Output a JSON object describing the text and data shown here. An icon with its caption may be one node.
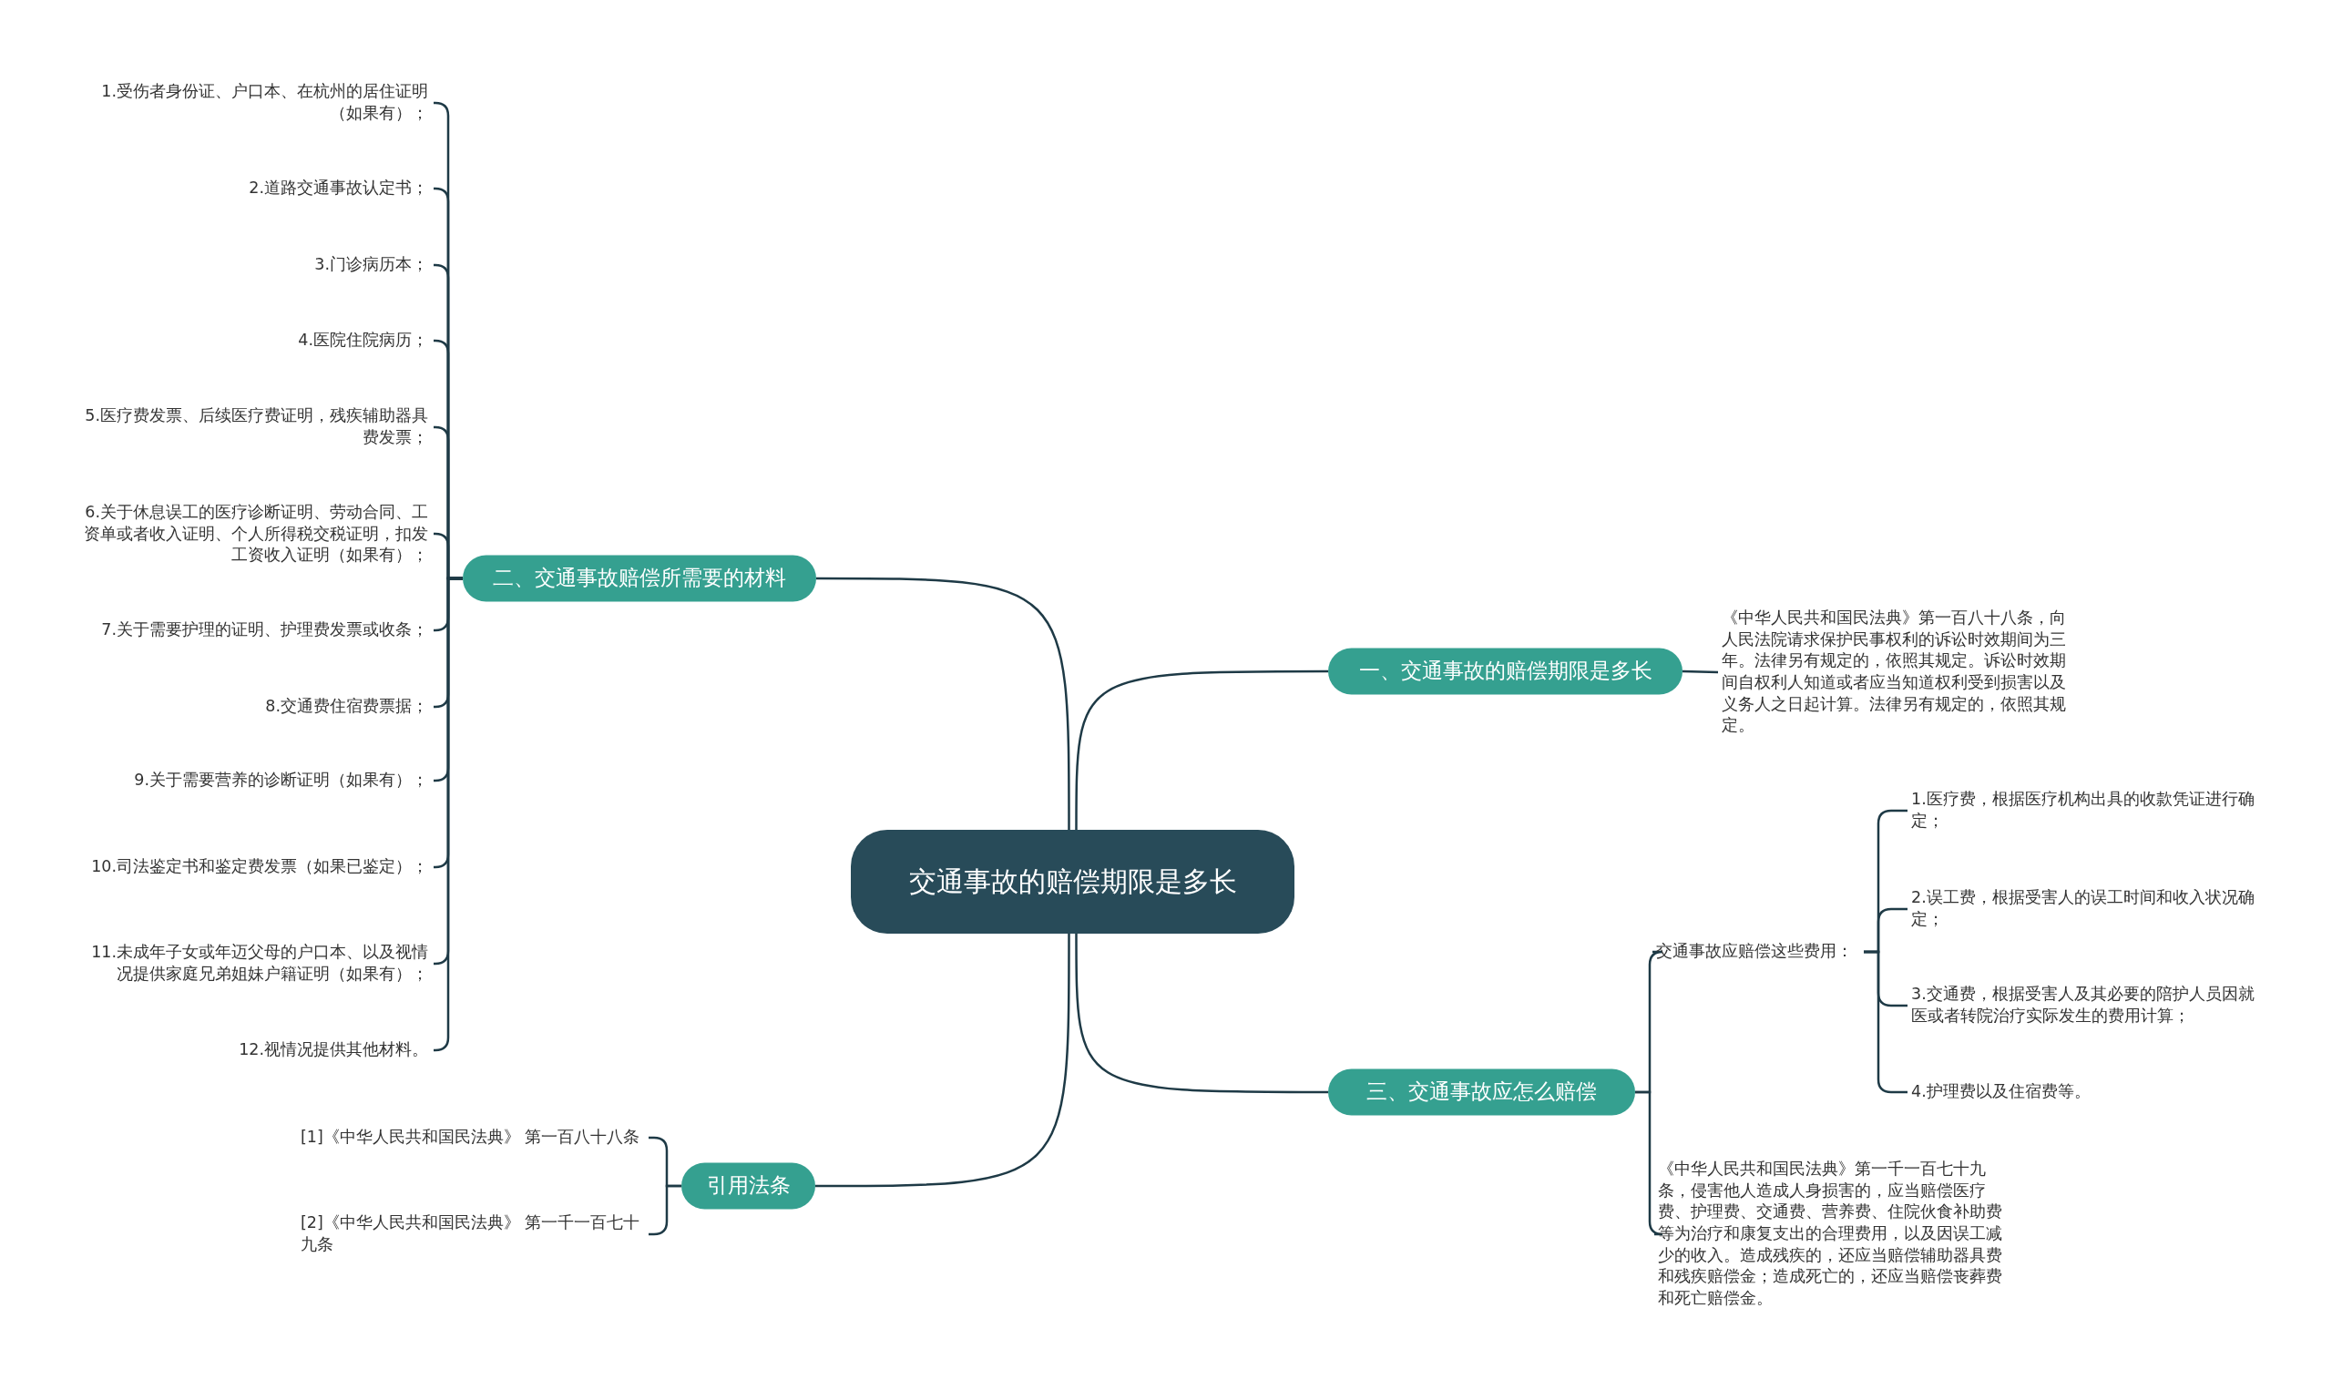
{
  "diagram": {
    "nodes": [
      {
        "text": [
          "交通事故的赔偿期限是多长"
        ]
      },
      {
        "text": [
          "一、交通事故的赔偿期限是多长"
        ]
      },
      {
        "text": [
          "《中华人民共和国民法典》第一百八十八条，向人民法院请求保护民事权利的诉讼时效期间为三年。法律另有规定的，依照其规定。诉讼时效期间自权利人知道或者应当知道权利受到损害以及义务人之日起计算。法律另有规定的，依照其规定。"
        ]
      },
      {
        "text": [
          "二、交通事故赔偿所需要的材料"
        ]
      },
      {
        "text": [
          "1.受伤者身份证、户口本、在杭州的居住证明（如果有）；"
        ]
      },
      {
        "text": [
          "2.道路交通事故认定书；"
        ]
      },
      {
        "text": [
          "3.门诊病历本；"
        ]
      },
      {
        "text": [
          "4.医院住院病历；"
        ]
      },
      {
        "text": [
          "5.医疗费发票、后续医疗费证明，残疾辅助器具费发票；"
        ]
      },
      {
        "text": [
          "6.关于休息误工的医疗诊断证明、劳动合同、工资单或者收入证明、个人所得税交税证明，扣发工资收入证明（如果有）；"
        ]
      },
      {
        "text": [
          "7.关于需要护理的证明、护理费发票或收条；"
        ]
      },
      {
        "text": [
          "8.交通费住宿费票据；"
        ]
      },
      {
        "text": [
          "9.关于需要营养的诊断证明（如果有）；"
        ]
      },
      {
        "text": [
          "10.司法鉴定书和鉴定费发票（如果已鉴定）；"
        ]
      },
      {
        "text": [
          "11.未成年子女或年迈父母的户口本、以及视情况提供家庭兄弟姐妹户籍证明（如果有）；"
        ]
      },
      {
        "text": [
          "12.视情况提供其他材料。"
        ]
      },
      {
        "text": [
          "三、交通事故应怎么赔偿"
        ]
      },
      {
        "text": [
          "交通事故应赔偿这些费用："
        ]
      },
      {
        "text": [
          "1.医疗费，根据医疗机构出具的收款凭证进行确定；"
        ]
      },
      {
        "text": [
          "2.误工费，根据受害人的误工时间和收入状况确定；"
        ]
      },
      {
        "text": [
          "3.交通费，根据受害人及其必要的陪护人员因就医或者转院治疗实际发生的费用计算；"
        ]
      },
      {
        "text": [
          "4.护理费以及住宿费等。"
        ]
      },
      {
        "text": [
          "《中华人民共和国民法典》第一千一百七十九条，侵害他人造成人身损害的，应当赔偿医疗费、护理费、交通费、营养费、住院伙食补助费等为治疗和康复支出的合理费用，以及因误工减少的收入。造成残疾的，还应当赔偿辅助器具费和残疾赔偿金；造成死亡的，还应当赔偿丧葬费和死亡赔偿金。"
        ]
      },
      {
        "text": [
          "引用法条"
        ]
      },
      {
        "text": [
          "[1]《中华人民共和国民法典》 第一百八十八条"
        ]
      },
      {
        "text": [
          "[2]《中华人民共和国民法典》 第一千一百七十九条"
        ]
      }
    ],
    "edges": [
      {
        "from": 0,
        "to": 1,
        "arrow": "none"
      },
      {
        "from": 1,
        "to": 2,
        "arrow": "none"
      },
      {
        "from": 0,
        "to": 3,
        "arrow": "none"
      },
      {
        "from": 3,
        "to": 4,
        "arrow": "none"
      },
      {
        "from": 3,
        "to": 5,
        "arrow": "none"
      },
      {
        "from": 3,
        "to": 6,
        "arrow": "none"
      },
      {
        "from": 3,
        "to": 7,
        "arrow": "none"
      },
      {
        "from": 3,
        "to": 8,
        "arrow": "none"
      },
      {
        "from": 3,
        "to": 9,
        "arrow": "none"
      },
      {
        "from": 3,
        "to": 10,
        "arrow": "none"
      },
      {
        "from": 3,
        "to": 11,
        "arrow": "none"
      },
      {
        "from": 3,
        "to": 12,
        "arrow": "none"
      },
      {
        "from": 3,
        "to": 13,
        "arrow": "none"
      },
      {
        "from": 3,
        "to": 14,
        "arrow": "none"
      },
      {
        "from": 3,
        "to": 15,
        "arrow": "none"
      },
      {
        "from": 0,
        "to": 16,
        "arrow": "none"
      },
      {
        "from": 16,
        "to": 17,
        "arrow": "none"
      },
      {
        "from": 17,
        "to": 18,
        "arrow": "none"
      },
      {
        "from": 17,
        "to": 19,
        "arrow": "none"
      },
      {
        "from": 17,
        "to": 20,
        "arrow": "none"
      },
      {
        "from": 17,
        "to": 21,
        "arrow": "none"
      },
      {
        "from": 16,
        "to": 22,
        "arrow": "none"
      },
      {
        "from": 0,
        "to": 23,
        "arrow": "none"
      },
      {
        "from": 23,
        "to": 24,
        "arrow": "none"
      },
      {
        "from": 23,
        "to": 25,
        "arrow": "none"
      }
    ]
  }
}
